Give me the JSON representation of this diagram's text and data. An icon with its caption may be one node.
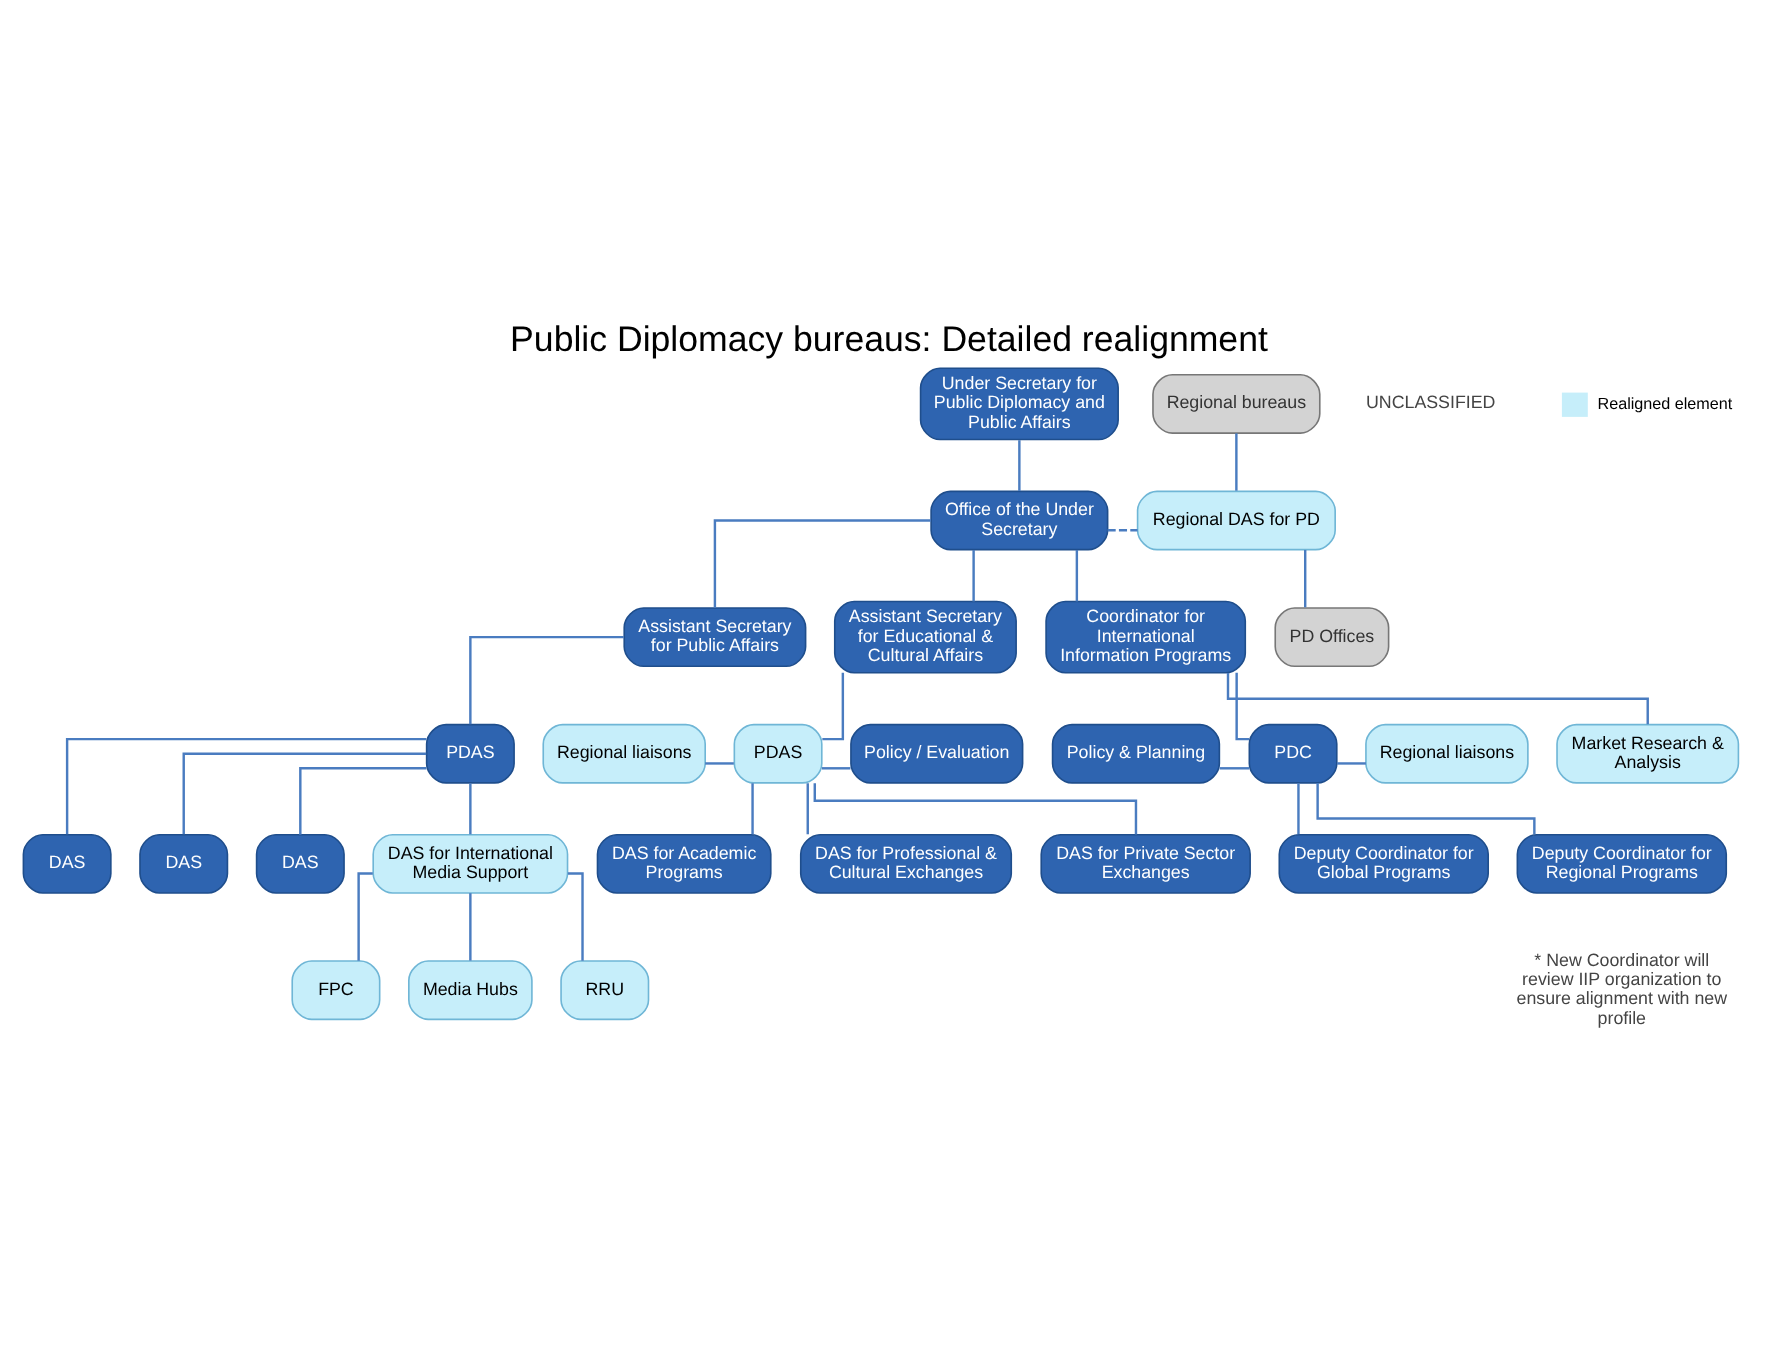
{
  "diagram": {
    "title": "Public Diplomacy bureaus: Detailed realignment",
    "nodes": [
      {
        "text": [
          "Under Secretary for Public Diplomacy and Public Affairs"
        ]
      },
      {
        "text": [
          "Office of the Under Secretary"
        ]
      },
      {
        "text": [
          "Regional bureaus"
        ]
      },
      {
        "text": [
          "Regional DAS for PD"
        ]
      },
      {
        "text": [
          "PD Offices"
        ]
      },
      {
        "text": [
          "Assistant Secretary for Public Affairs"
        ]
      },
      {
        "text": [
          "Assistant Secretary for Educational & Cultural Affairs"
        ]
      },
      {
        "text": [
          "Coordinator for International Information Programs"
        ]
      },
      {
        "text": [
          "PDAS"
        ]
      },
      {
        "text": [
          "DAS"
        ]
      },
      {
        "text": [
          "DAS"
        ]
      },
      {
        "text": [
          "DAS"
        ]
      },
      {
        "text": [
          "DAS for International Media Support"
        ]
      },
      {
        "text": [
          "FPC"
        ]
      },
      {
        "text": [
          "Media Hubs"
        ]
      },
      {
        "text": [
          "RRU"
        ]
      },
      {
        "text": [
          "Regional liaisons"
        ]
      },
      {
        "text": [
          "PDAS"
        ]
      },
      {
        "text": [
          "Policy / Evaluation"
        ]
      },
      {
        "text": [
          "DAS for Academic Programs"
        ]
      },
      {
        "text": [
          "DAS for Professional & Cultural Exchanges"
        ]
      },
      {
        "text": [
          "DAS for Private Sector Exchanges"
        ]
      },
      {
        "text": [
          "Market Research & Analysis"
        ]
      },
      {
        "text": [
          "Policy & Planning"
        ]
      },
      {
        "text": [
          "PDC"
        ]
      },
      {
        "text": [
          "Regional liaisons"
        ]
      },
      {
        "text": [
          "Deputy Coordinator for Global Programs"
        ]
      },
      {
        "text": [
          "Deputy Coordinator for Regional Programs"
        ]
      }
    ],
    "edges": [
      {
        "from": 0,
        "to": 1,
        "arrow": "none"
      },
      {
        "from": 2,
        "to": 3,
        "arrow": "none"
      },
      {
        "from": 3,
        "to": 4,
        "arrow": "none"
      },
      {
        "from": 1,
        "to": 3,
        "arrow": "none",
        "style": "dashed"
      },
      {
        "from": 1,
        "to": 5,
        "arrow": "none"
      },
      {
        "from": 1,
        "to": 6,
        "arrow": "none"
      },
      {
        "from": 1,
        "to": 7,
        "arrow": "none"
      },
      {
        "from": 5,
        "to": 8,
        "arrow": "none"
      },
      {
        "from": 8,
        "to": 9,
        "arrow": "none"
      },
      {
        "from": 8,
        "to": 10,
        "arrow": "none"
      },
      {
        "from": 8,
        "to": 11,
        "arrow": "none"
      },
      {
        "from": 8,
        "to": 12,
        "arrow": "none"
      },
      {
        "from": 12,
        "to": 13,
        "arrow": "none"
      },
      {
        "from": 12,
        "to": 14,
        "arrow": "none"
      },
      {
        "from": 12,
        "to": 15,
        "arrow": "none"
      },
      {
        "from": 6,
        "to": 17,
        "arrow": "none"
      },
      {
        "from": 16,
        "to": 17,
        "arrow": "none"
      },
      {
        "from": 17,
        "to": 18,
        "arrow": "none"
      },
      {
        "from": 17,
        "to": 19,
        "arrow": "none"
      },
      {
        "from": 17,
        "to": 20,
        "arrow": "none"
      },
      {
        "from": 17,
        "to": 21,
        "arrow": "none"
      },
      {
        "from": 7,
        "to": 22,
        "arrow": "none"
      },
      {
        "from": 7,
        "to": 24,
        "arrow": "none"
      },
      {
        "from": 23,
        "to": 24,
        "arrow": "none"
      },
      {
        "from": 24,
        "to": 25,
        "arrow": "none"
      },
      {
        "from": 24,
        "to": 26,
        "arrow": "none"
      },
      {
        "from": 24,
        "to": 27,
        "arrow": "none"
      }
    ],
    "labels": [
      "UNCLASSIFIED",
      "* New Coordinator will review IIP organization to ensure alignment with new profile"
    ],
    "legend": [
      {
        "text": "Realigned element",
        "color": "#c6eefa"
      }
    ]
  }
}
